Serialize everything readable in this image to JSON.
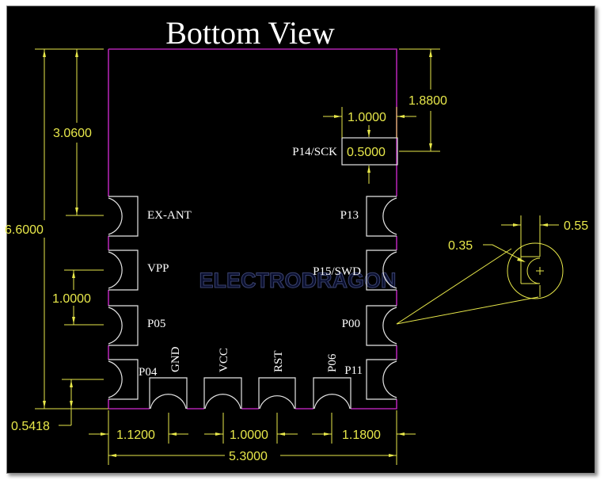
{
  "title": "Bottom View",
  "watermark": "ELECTRODRAGON",
  "colors": {
    "background": "#000000",
    "outline": "#b023b0",
    "dimension": "#e8e84a",
    "pad": "#e6e6e6",
    "label": "#ffffff"
  },
  "pins": {
    "left": [
      "EX-ANT",
      "VPP",
      "P05",
      "P04"
    ],
    "right": [
      "P13",
      "P15/SWD",
      "P00",
      "P11"
    ],
    "bottom": [
      "GND",
      "VCC",
      "RST",
      "P06"
    ],
    "top_pad": "P14/SCK"
  },
  "dimensions": {
    "overall_height": "6.6000",
    "top_to_first_pad": "3.0600",
    "pad_pitch_left": "1.0000",
    "bottom_offset": "0.5418",
    "left_to_first_bottom_pad": "1.1200",
    "pad_pitch_bottom": "1.0000",
    "last_bottom_pad_to_right": "1.1800",
    "overall_width": "5.3000",
    "top_pad_offset": "1.8800",
    "top_pad_width": "1.0000",
    "top_pad_height": "0.5000",
    "detail_radius": "0.35",
    "detail_width": "0.55"
  }
}
